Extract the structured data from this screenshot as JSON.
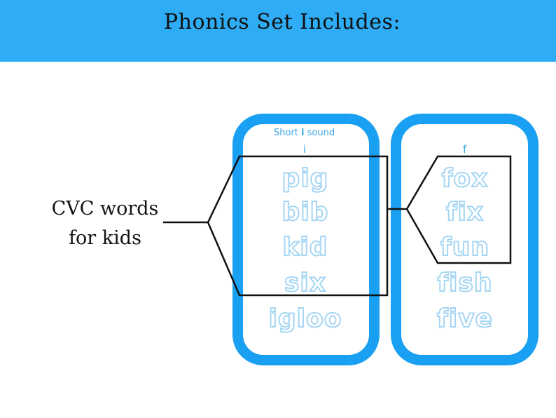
{
  "header": {
    "title": "Phonics Set Includes:",
    "background_color": "#2eacf5"
  },
  "label": {
    "line1": "CVC words",
    "line2": "for kids"
  },
  "cards": {
    "border_color": "#1aa0f2",
    "left": {
      "heading_prefix": "Short ",
      "heading_letter": "i",
      "heading_suffix": " sound",
      "letter": "i",
      "words": [
        "pig",
        "bib",
        "kid",
        "six",
        "igloo"
      ]
    },
    "right": {
      "letter": "f",
      "words": [
        "fox",
        "fix",
        "fun",
        "fish",
        "five"
      ]
    }
  }
}
